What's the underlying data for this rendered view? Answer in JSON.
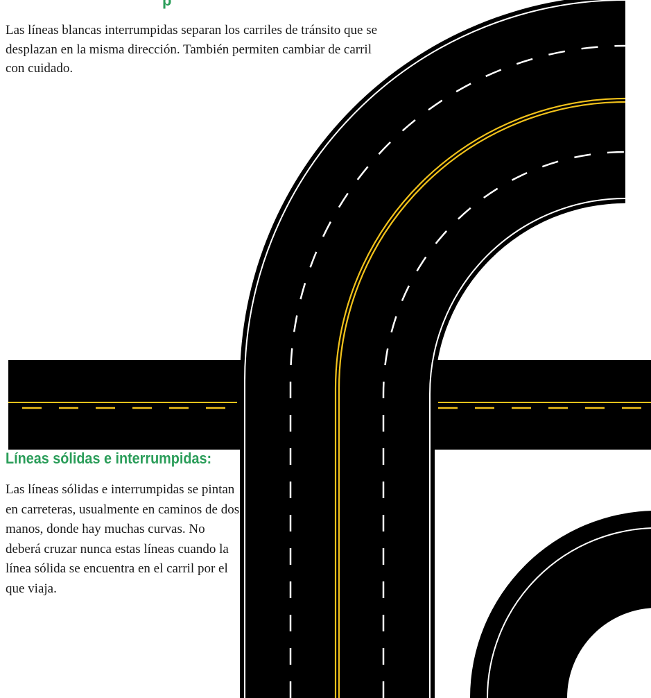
{
  "top_heading_fragment": "p",
  "intro_text": "Las líneas blancas interrumpidas separan los carriles de tránsito que se desplazan en la misma dirección. También permiten cambiar de carril con cuidado.",
  "section": {
    "heading": "Líneas sólidas e interrumpidas:",
    "body": "Las líneas sólidas e interrumpidas se pintan en carreteras, usualmente en caminos de dos manos, donde hay muchas curvas. No deberá cruzar nunca estas líneas cuando la línea sólida se encuentra en el carril por el que viaja."
  },
  "colors": {
    "heading_green": "#2a9d59",
    "asphalt": "#000000",
    "white_line": "#ffffff",
    "yellow_line": "#f2c21b"
  }
}
